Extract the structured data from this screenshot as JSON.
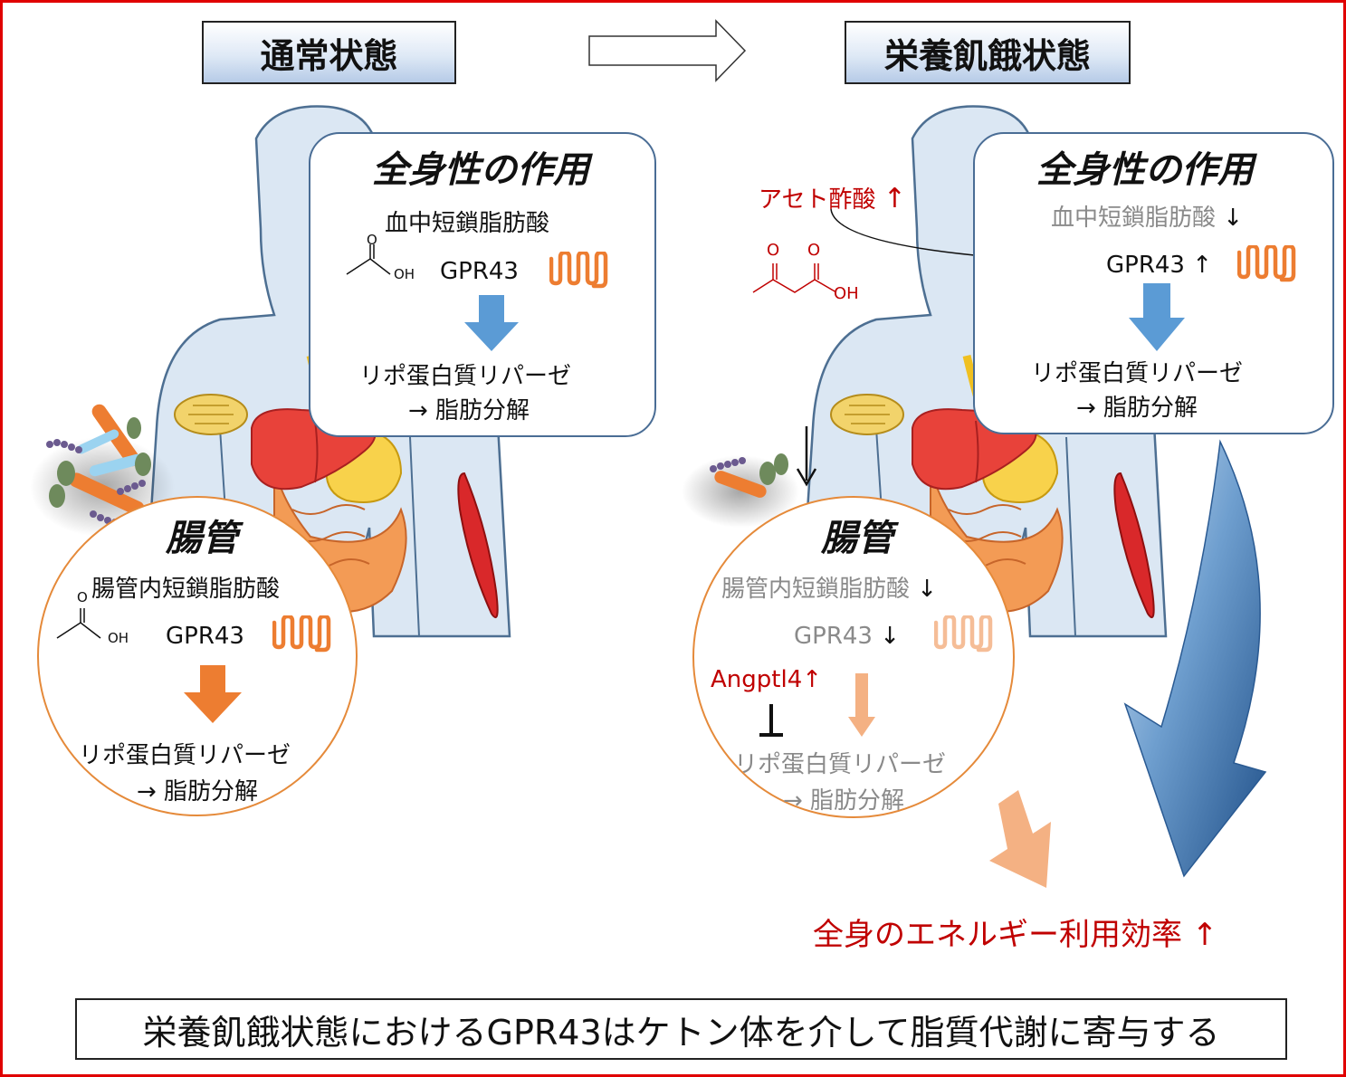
{
  "header": {
    "normal_state": "通常状態",
    "fasting_state": "栄養飢餓状態"
  },
  "left": {
    "systemic": {
      "title": "全身性の作用",
      "scfa_blood": "血中短鎖脂肪酸",
      "receptor": "GPR43",
      "enzyme": "リポ蛋白質リパーゼ",
      "result": "→ 脂肪分解"
    },
    "gut": {
      "title": "腸管",
      "scfa_gut": "腸管内短鎖脂肪酸",
      "receptor": "GPR43",
      "enzyme": "リポ蛋白質リパーゼ",
      "result": "→ 脂肪分解"
    },
    "acetate_oh": "OH",
    "acetate_o": "O"
  },
  "right": {
    "acetoacetate": "アセト酢酸",
    "acetoacetate_arrow": "↑",
    "acetoacetate_o1": "O",
    "acetoacetate_o2": "O",
    "acetoacetate_oh": "OH",
    "microbe_arrow": "↓",
    "systemic": {
      "title": "全身性の作用",
      "scfa_blood": "血中短鎖脂肪酸",
      "scfa_arrow": "↓",
      "receptor": "GPR43",
      "receptor_arrow": "↑",
      "enzyme": "リポ蛋白質リパーゼ",
      "result": "→ 脂肪分解"
    },
    "gut": {
      "title": "腸管",
      "scfa_gut": "腸管内短鎖脂肪酸",
      "scfa_arrow": "↓",
      "receptor": "GPR43",
      "receptor_arrow": "↓",
      "angptl4": "Angptl4",
      "angptl4_arrow": "↑",
      "enzyme": "リポ蛋白質リパーゼ",
      "result": "→ 脂肪分解"
    }
  },
  "outcome": {
    "text": "全身のエネルギー利用効率",
    "arrow": "↑"
  },
  "conclusion": "栄養飢餓状態におけるGPR43はケトン体を介して脂質代謝に寄与する",
  "colors": {
    "frame": "#e00000",
    "blue_arrow": "#5b9bd5",
    "orange_arrow": "#ed7d31",
    "light_orange_arrow": "#f4b183",
    "red_text": "#c00000",
    "body_silhouette": "#dbe7f3",
    "panel_border": "#4a6d95",
    "circle_border": "#e58a3a"
  }
}
